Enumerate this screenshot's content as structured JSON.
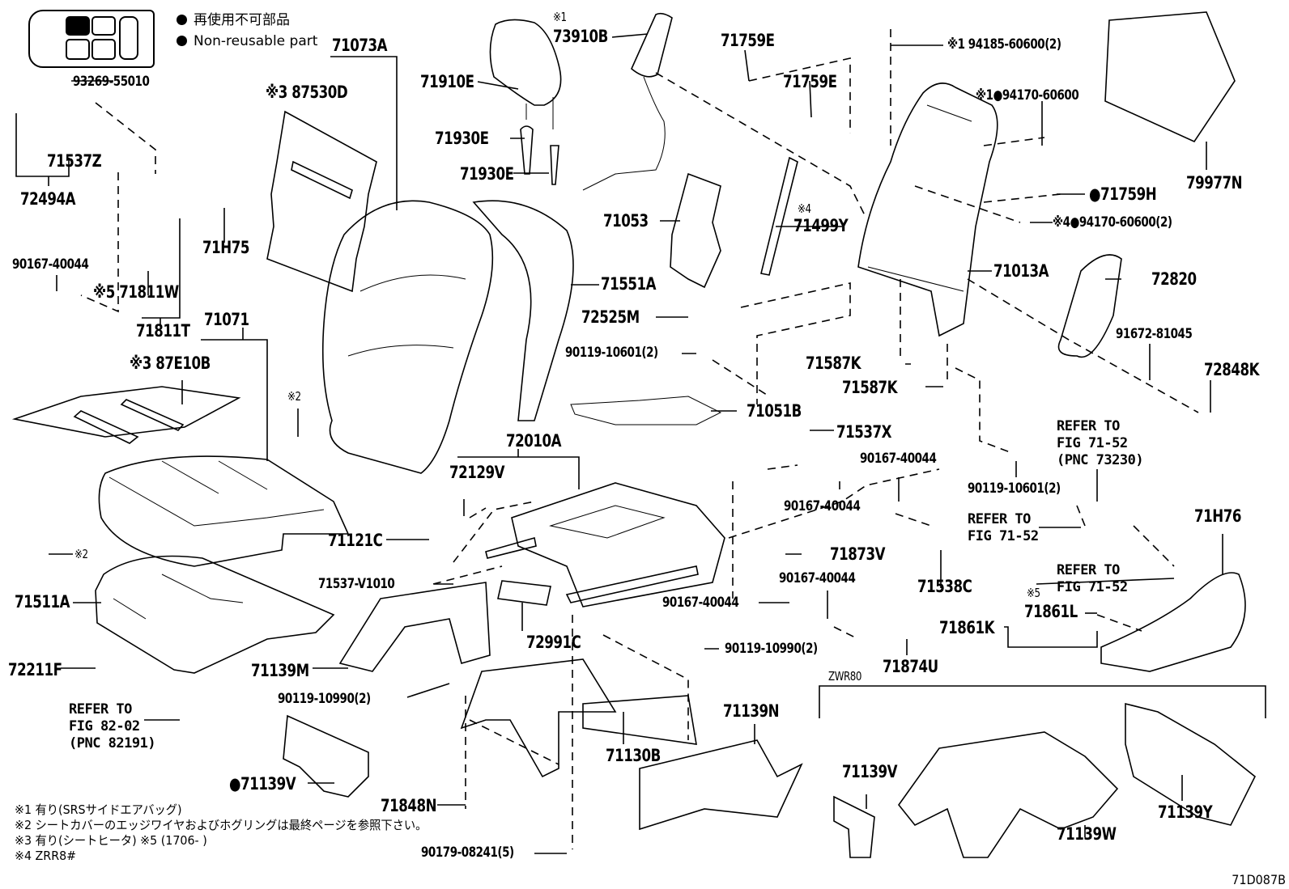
{
  "legend": {
    "items": [
      {
        "icon": "filled-circle",
        "text": "再使用不可部品"
      },
      {
        "icon": "filled-circle",
        "text": "Non-reusable part"
      }
    ]
  },
  "parts": {
    "p93269": "93269-55010",
    "p71073A": "71073A",
    "p87530D": "※3 87530D",
    "p71910E": "71910E",
    "p73910B_note": "※1",
    "p73910B": "73910B",
    "p71759E_1": "71759E",
    "p71759E_2": "71759E",
    "p94185": "※1 94185-60600(2)",
    "p94170_1": "※1●94170-60600",
    "p79977N": "79977N",
    "p71537Z": "71537Z",
    "p72494A": "72494A",
    "p71930E_1": "71930E",
    "p71930E_2": "71930E",
    "p71759H": "●71759H",
    "p94170_2": "※4●94170-60600(2)",
    "p71H75": "71H75",
    "p71053": "71053",
    "p71499Y_note": "※4",
    "p71499Y": "71499Y",
    "p90167_a": "90167-40044",
    "p71811W": "※5 71811W",
    "p71811T": "71811T",
    "p71551A": "71551A",
    "p71013A": "71013A",
    "p72820": "72820",
    "p71071": "71071",
    "p72525M": "72525M",
    "p87E10B": "※3 87E10B",
    "p90119_10601_a": "90119-10601(2)",
    "p71587K_1": "71587K",
    "p71587K_2": "71587K",
    "p91672": "91672-81045",
    "p72848K": "72848K",
    "p71051B": "71051B",
    "p71537X": "71537X",
    "note2_a": "※2",
    "p72010A": "72010A",
    "p90167_b": "90167-40044",
    "p90167_c": "90167-40044",
    "p90119_10601_b": "90119-10601(2)",
    "p72129V": "72129V",
    "p71121C": "71121C",
    "note2_b": "※2",
    "p71873V": "71873V",
    "p71538C": "71538C",
    "p71H76": "71H76",
    "p71537V": "71537-V1010",
    "p90167_d": "90167-40044",
    "p90167_e": "90167-40044",
    "p71511A": "71511A",
    "p72991C": "72991C",
    "p71861L_note": "※5",
    "p71861L": "71861L",
    "p71861K": "71861K",
    "p72211F": "72211F",
    "p90119_10990_a": "90119-10990(2)",
    "p71874U": "71874U",
    "p71139M": "71139M",
    "p90119_10990_b": "90119-10990(2)",
    "zwr80": "ZWR80",
    "p71139N": "71139N",
    "p71130B": "71130B",
    "p71139V_a": "●71139V",
    "p71139V_b": "71139V",
    "p71848N": "71848N",
    "p71139W": "71139W",
    "p71139Y": "71139Y",
    "p90179": "90179-08241(5)"
  },
  "references": {
    "ref_73230_a": "REFER TO\nFIG 71-52\n(PNC 73230)",
    "ref_7152_a": "REFER TO\nFIG 71-52",
    "ref_7152_b": "REFER TO\nFIG 71-52",
    "ref_82191": "REFER TO\nFIG 82-02\n(PNC 82191)"
  },
  "notes": [
    "※1  有り(SRSサイドエアバッグ)",
    "※2  シートカバーのエッジワイヤおよびホグリングは最終ページを参照下さい。",
    "※3  有り(シートヒータ)  ※5 (1706-      )",
    "※4  ZRR8#"
  ],
  "figure_code": "71D087B"
}
